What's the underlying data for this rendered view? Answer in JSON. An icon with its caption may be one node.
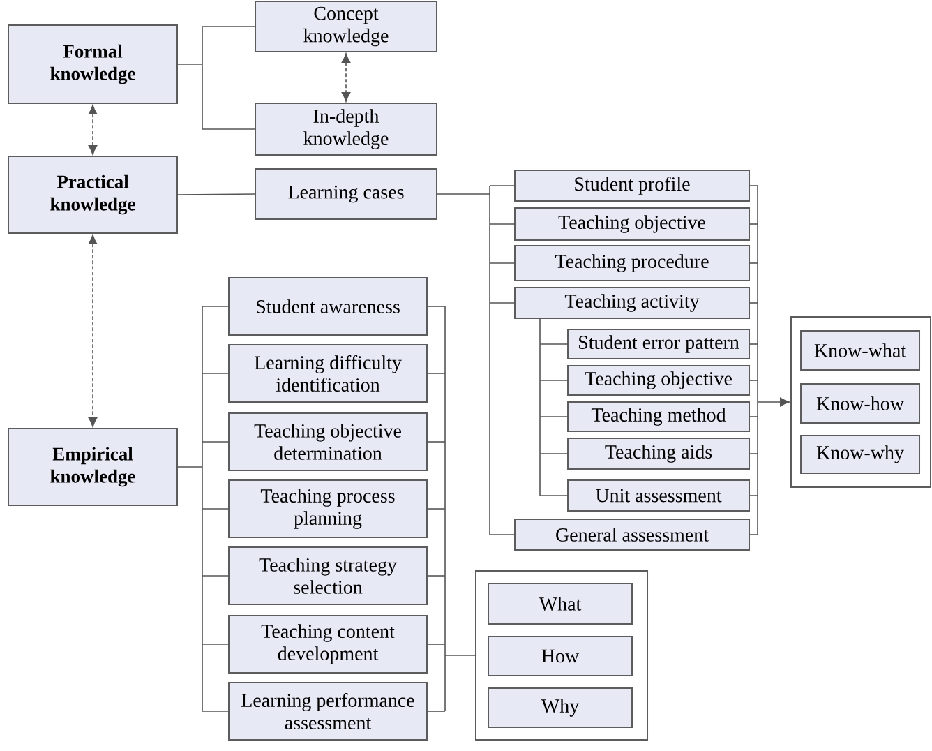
{
  "diagram": {
    "nodes": [
      {
        "text": [
          "Formal knowledge"
        ]
      },
      {
        "text": [
          "Concept knowledge"
        ]
      },
      {
        "text": [
          "In-depth knowledge"
        ]
      },
      {
        "text": [
          "Practical knowledge"
        ]
      },
      {
        "text": [
          "Learning cases"
        ]
      },
      {
        "text": [
          "Student profile"
        ]
      },
      {
        "text": [
          "Teaching objective"
        ]
      },
      {
        "text": [
          "Teaching procedure"
        ]
      },
      {
        "text": [
          "Teaching activity"
        ]
      },
      {
        "text": [
          "Student error pattern"
        ]
      },
      {
        "text": [
          "Teaching objective"
        ]
      },
      {
        "text": [
          "Teaching method"
        ]
      },
      {
        "text": [
          "Teaching aids"
        ]
      },
      {
        "text": [
          "Unit assessment"
        ]
      },
      {
        "text": [
          "General assessment"
        ]
      },
      {
        "text": [],
        "shape": "box"
      },
      {
        "text": [
          "Know-what"
        ],
        "in": 15
      },
      {
        "text": [
          "Know-how"
        ],
        "in": 15
      },
      {
        "text": [
          "Know-why"
        ],
        "in": 15
      },
      {
        "text": [
          "Empirical knowledge"
        ]
      },
      {
        "text": [
          "Student awareness"
        ]
      },
      {
        "text": [
          "Learning difficulty identification"
        ]
      },
      {
        "text": [
          "Teaching objective determination"
        ]
      },
      {
        "text": [
          "Teaching process planning"
        ]
      },
      {
        "text": [
          "Teaching strategy selection"
        ]
      },
      {
        "text": [
          "Teaching content development"
        ]
      },
      {
        "text": [
          "Learning performance assessment"
        ]
      },
      {
        "text": [],
        "shape": "box"
      },
      {
        "text": [
          "What"
        ],
        "in": 27
      },
      {
        "text": [
          "How"
        ],
        "in": 27
      },
      {
        "text": [
          "Why"
        ],
        "in": 27
      }
    ],
    "edges": [
      {
        "from": 0,
        "to": 1,
        "arrow": "none"
      },
      {
        "from": 0,
        "to": 2,
        "arrow": "none"
      },
      {
        "from": 1,
        "to": 2,
        "arrow": "both",
        "style": "dashed"
      },
      {
        "from": 0,
        "to": 3,
        "arrow": "both",
        "style": "dashed"
      },
      {
        "from": 3,
        "to": 19,
        "arrow": "both",
        "style": "dashed"
      },
      {
        "from": 3,
        "to": 4,
        "arrow": "none"
      },
      {
        "from": 4,
        "to": 5,
        "arrow": "none"
      },
      {
        "from": 4,
        "to": 6,
        "arrow": "none"
      },
      {
        "from": 4,
        "to": 7,
        "arrow": "none"
      },
      {
        "from": 4,
        "to": 8,
        "arrow": "none"
      },
      {
        "from": 4,
        "to": 14,
        "arrow": "none"
      },
      {
        "from": 8,
        "to": 9,
        "arrow": "none"
      },
      {
        "from": 8,
        "to": 10,
        "arrow": "none"
      },
      {
        "from": 8,
        "to": 11,
        "arrow": "none"
      },
      {
        "from": 8,
        "to": 12,
        "arrow": "none"
      },
      {
        "from": 8,
        "to": 13,
        "arrow": "none"
      },
      {
        "from": 5,
        "to": 15,
        "arrow": "to"
      },
      {
        "from": 6,
        "to": 15,
        "arrow": "to"
      },
      {
        "from": 7,
        "to": 15,
        "arrow": "to"
      },
      {
        "from": 8,
        "to": 15,
        "arrow": "to"
      },
      {
        "from": 9,
        "to": 15,
        "arrow": "to"
      },
      {
        "from": 10,
        "to": 15,
        "arrow": "to"
      },
      {
        "from": 11,
        "to": 15,
        "arrow": "to"
      },
      {
        "from": 12,
        "to": 15,
        "arrow": "to"
      },
      {
        "from": 13,
        "to": 15,
        "arrow": "to"
      },
      {
        "from": 14,
        "to": 15,
        "arrow": "to"
      },
      {
        "from": 19,
        "to": 20,
        "arrow": "none"
      },
      {
        "from": 19,
        "to": 21,
        "arrow": "none"
      },
      {
        "from": 19,
        "to": 22,
        "arrow": "none"
      },
      {
        "from": 19,
        "to": 23,
        "arrow": "none"
      },
      {
        "from": 19,
        "to": 24,
        "arrow": "none"
      },
      {
        "from": 19,
        "to": 25,
        "arrow": "none"
      },
      {
        "from": 19,
        "to": 26,
        "arrow": "none"
      },
      {
        "from": 20,
        "to": 27,
        "arrow": "none"
      },
      {
        "from": 21,
        "to": 27,
        "arrow": "none"
      },
      {
        "from": 22,
        "to": 27,
        "arrow": "none"
      },
      {
        "from": 23,
        "to": 27,
        "arrow": "none"
      },
      {
        "from": 24,
        "to": 27,
        "arrow": "none"
      },
      {
        "from": 25,
        "to": 27,
        "arrow": "none"
      },
      {
        "from": 26,
        "to": 27,
        "arrow": "none"
      }
    ]
  }
}
